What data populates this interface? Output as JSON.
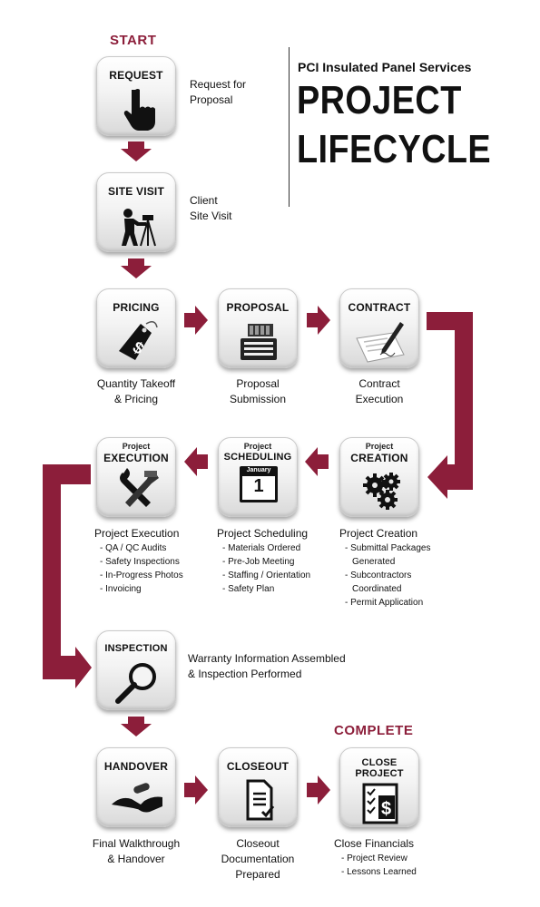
{
  "start_label": "START",
  "complete_label": "COMPLETE",
  "header": {
    "company": "PCI Insulated Panel Services",
    "title_line1": "PROJECT",
    "title_line2": "LIFECYCLE"
  },
  "colors": {
    "arrow": "#8c1e3a",
    "tile": "#eeeeee"
  },
  "steps": {
    "request": {
      "label": "REQUEST",
      "icon": "pointing-hand-icon",
      "caption1": "Request for",
      "caption2": "Proposal"
    },
    "site_visit": {
      "label": "SITE VISIT",
      "icon": "surveyor-icon",
      "caption1": "Client",
      "caption2": "Site Visit"
    },
    "pricing": {
      "label": "PRICING",
      "icon": "price-tag-icon",
      "caption1": "Quantity Takeoff",
      "caption2": "& Pricing"
    },
    "proposal": {
      "label": "PROPOSAL",
      "icon": "document-stack-icon",
      "caption1": "Proposal",
      "caption2": "Submission"
    },
    "contract": {
      "label": "CONTRACT",
      "icon": "signing-pen-icon",
      "caption1": "Contract",
      "caption2": "Execution"
    },
    "creation": {
      "small": "Project",
      "label": "CREATION",
      "icon": "gears-icon",
      "caption": "Project Creation",
      "bullets": [
        "- Submittal Packages",
        "Generated",
        "- Subcontractors",
        "Coordinated",
        "- Permit Application"
      ]
    },
    "scheduling": {
      "small": "Project",
      "label": "SCHEDULING",
      "icon": "calendar-icon",
      "calendar_month": "January",
      "calendar_day": "1",
      "caption": "Project Scheduling",
      "bullets": [
        "- Materials Ordered",
        "- Pre-Job Meeting",
        "- Staffing / Orientation",
        "- Safety Plan"
      ]
    },
    "execution": {
      "small": "Project",
      "label": "EXECUTION",
      "icon": "tools-icon",
      "caption": "Project Execution",
      "bullets": [
        "- QA / QC Audits",
        "- Safety Inspections",
        "- In-Progress Photos",
        "- Invoicing"
      ]
    },
    "inspection": {
      "label": "INSPECTION",
      "icon": "magnifier-icon",
      "caption1": "Warranty Information Assembled",
      "caption2": "& Inspection Performed"
    },
    "handover": {
      "label": "HANDOVER",
      "icon": "handshake-icon",
      "caption1": "Final Walkthrough",
      "caption2": "& Handover"
    },
    "closeout": {
      "label": "CLOSEOUT",
      "icon": "checklist-document-icon",
      "caption1": "Closeout",
      "caption2": "Documentation",
      "caption3": "Prepared"
    },
    "close_project": {
      "label1": "CLOSE",
      "label2": "PROJECT",
      "icon": "checklist-dollar-icon",
      "caption": "Close Financials",
      "bullets": [
        "- Project Review",
        "- Lessons Learned"
      ]
    }
  }
}
